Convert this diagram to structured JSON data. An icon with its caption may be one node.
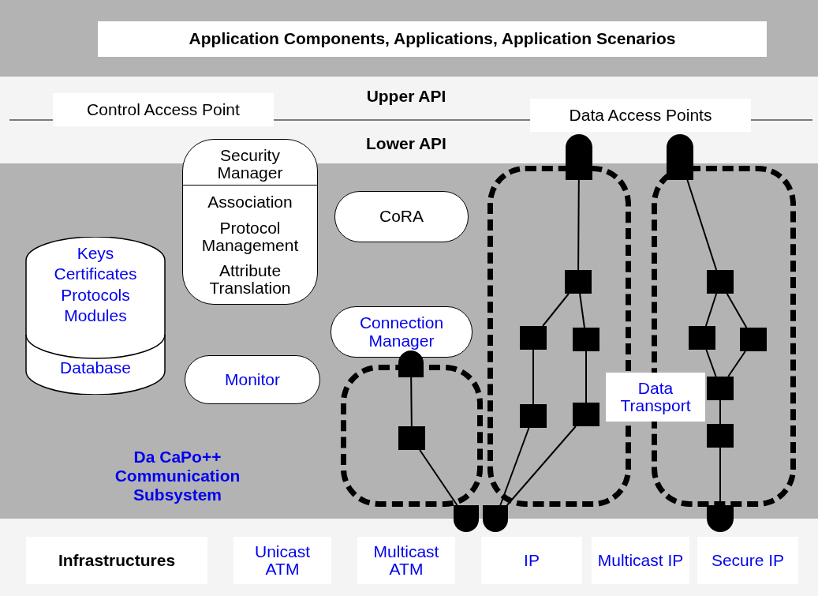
{
  "diagram": {
    "nodes": [
      {
        "text": [
          "Application Components, Applications, Application Scenarios"
        ]
      },
      {
        "text": [
          "Control Access Point"
        ]
      },
      {
        "text": [
          "Data Access Points"
        ]
      },
      {
        "text": [
          "Security Manager",
          "Association",
          "Protocol Management",
          "Attribute Translation"
        ]
      },
      {
        "text": [
          "CoRA"
        ]
      },
      {
        "text": [
          "Keys Certificates Protocols Modules",
          "Database"
        ]
      },
      {
        "text": [
          "Connection Manager"
        ]
      },
      {
        "text": [
          "Monitor"
        ]
      },
      {
        "text": [],
        "shape": "box"
      },
      {
        "text": [],
        "shape": "box"
      },
      {
        "text": [],
        "shape": "box"
      },
      {
        "text": [
          "Data Transport"
        ]
      },
      {
        "text": [],
        "shape": "semicircle"
      },
      {
        "text": [],
        "shape": "square",
        "in": 8
      },
      {
        "text": [],
        "shape": "semicircle"
      },
      {
        "text": [],
        "shape": "semicircle"
      },
      {
        "text": [],
        "shape": "semicircle"
      },
      {
        "text": [],
        "shape": "square",
        "in": 9
      },
      {
        "text": [],
        "shape": "square",
        "in": 9
      },
      {
        "text": [],
        "shape": "square",
        "in": 9
      },
      {
        "text": [],
        "shape": "square",
        "in": 9
      },
      {
        "text": [],
        "shape": "square",
        "in": 9
      },
      {
        "text": [],
        "shape": "semicircle"
      },
      {
        "text": [],
        "shape": "square",
        "in": 10
      },
      {
        "text": [],
        "shape": "square",
        "in": 10
      },
      {
        "text": [],
        "shape": "square",
        "in": 10
      },
      {
        "text": [],
        "shape": "square",
        "in": 10
      },
      {
        "text": [],
        "shape": "square",
        "in": 10
      },
      {
        "text": [],
        "shape": "semicircle"
      },
      {
        "text": [
          "Infrastructures"
        ]
      },
      {
        "text": [
          "Unicast ATM"
        ]
      },
      {
        "text": [
          "Multicast ATM"
        ]
      },
      {
        "text": [
          "IP"
        ]
      },
      {
        "text": [
          "Multicast IP"
        ]
      },
      {
        "text": [
          "Secure IP"
        ]
      }
    ],
    "edges": [
      {
        "from": 12,
        "to": 13,
        "arrow": "none"
      },
      {
        "from": 13,
        "to": 14,
        "arrow": "none"
      },
      {
        "from": 16,
        "to": 17,
        "arrow": "none"
      },
      {
        "from": 17,
        "to": 18,
        "arrow": "none"
      },
      {
        "from": 17,
        "to": 19,
        "arrow": "none"
      },
      {
        "from": 18,
        "to": 20,
        "arrow": "none"
      },
      {
        "from": 19,
        "to": 21,
        "arrow": "none"
      },
      {
        "from": 20,
        "to": 15,
        "arrow": "none"
      },
      {
        "from": 21,
        "to": 15,
        "arrow": "none"
      },
      {
        "from": 22,
        "to": 23,
        "arrow": "none"
      },
      {
        "from": 23,
        "to": 24,
        "arrow": "none"
      },
      {
        "from": 23,
        "to": 25,
        "arrow": "none"
      },
      {
        "from": 24,
        "to": 26,
        "arrow": "none"
      },
      {
        "from": 25,
        "to": 26,
        "arrow": "none"
      },
      {
        "from": 26,
        "to": 27,
        "arrow": "none"
      },
      {
        "from": 27,
        "to": 28,
        "arrow": "none"
      }
    ],
    "labels": [
      "Upper API",
      "Lower API",
      "Da CaPo++ Communication Subsystem"
    ]
  }
}
